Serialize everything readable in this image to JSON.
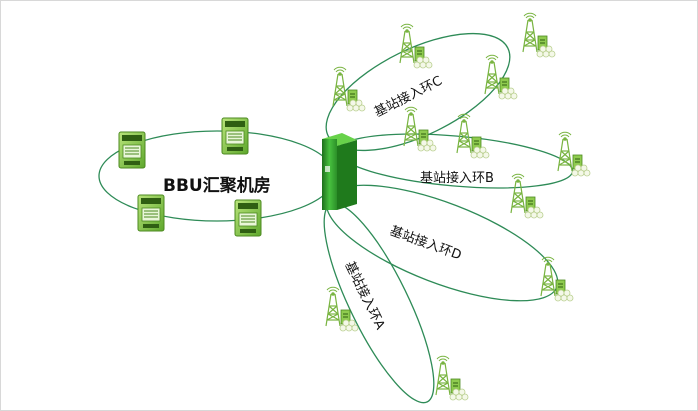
{
  "diagram": {
    "bbu_room_label": "BBU汇聚机房",
    "ring_c_label": "基站接入环C",
    "ring_b_label": "基站接入环B",
    "ring_d_label": "基站接入环D",
    "ring_a_label": "基站接入环A"
  },
  "colors": {
    "ring_line": "#2e8b57",
    "equipment_green": "#7dc242",
    "equipment_dark": "#2f5f12",
    "cabinet_green": "#3aa935",
    "tower_green": "#79b441",
    "border": "#d8d8d8"
  },
  "icons": {
    "bbu": "bbu-server-icon",
    "aggregation": "aggregation-cabinet-icon",
    "base_station": "base-station-tower-icon"
  }
}
